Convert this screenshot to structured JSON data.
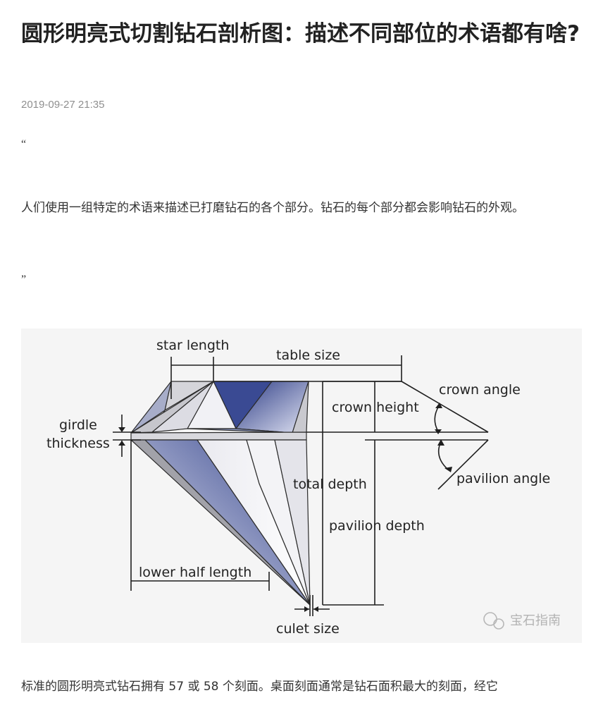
{
  "article": {
    "title": "圆形明亮式切割钻石剖析图：描述不同部位的术语都有啥?",
    "date": "2019-09-27 21:35",
    "quote_open": "“",
    "intro": "人们使用一组特定的术语来描述已打磨钻石的各个部分。钻石的每个部分都会影响钻石的外观。",
    "quote_close": "”",
    "body_start": "标准的圆形明亮式钻石拥有 57 或 58 个刻面。桌面刻面通常是钻石面积最大的刻面，经它"
  },
  "diagram": {
    "labels": {
      "star_length": "star length",
      "table_size": "table size",
      "crown_angle": "crown angle",
      "crown_height": "crown height",
      "girdle": "girdle",
      "thickness": "thickness",
      "total_depth": "total depth",
      "pavilion_angle": "pavilion angle",
      "pavilion_depth": "pavilion depth",
      "lower_half_length": "lower half length",
      "culet_size": "culet size"
    },
    "watermark": "宝石指南",
    "colors": {
      "facet_blue": "#3f4f96",
      "facet_grey": "#bfbfbf",
      "facet_light": "#efeff4",
      "background": "#f5f5f5"
    }
  }
}
